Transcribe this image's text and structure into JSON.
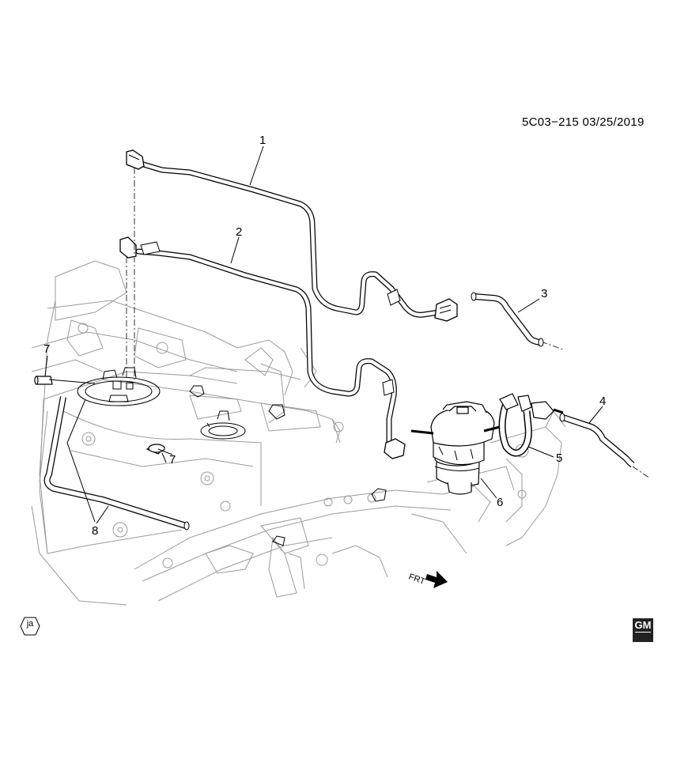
{
  "diagram_code": "5C03−215  03/25/2019",
  "callouts": [
    "1",
    "2",
    "3",
    "4",
    "5",
    "6",
    "7",
    "7",
    "8"
  ],
  "direction_label": "FRT",
  "language_badge": "ja",
  "brand_logo": {
    "text": "GM",
    "icon": "gm-logo-icon"
  },
  "colors": {
    "line": "#000000",
    "background": "#ffffff",
    "frame": "#9a9a9a"
  }
}
